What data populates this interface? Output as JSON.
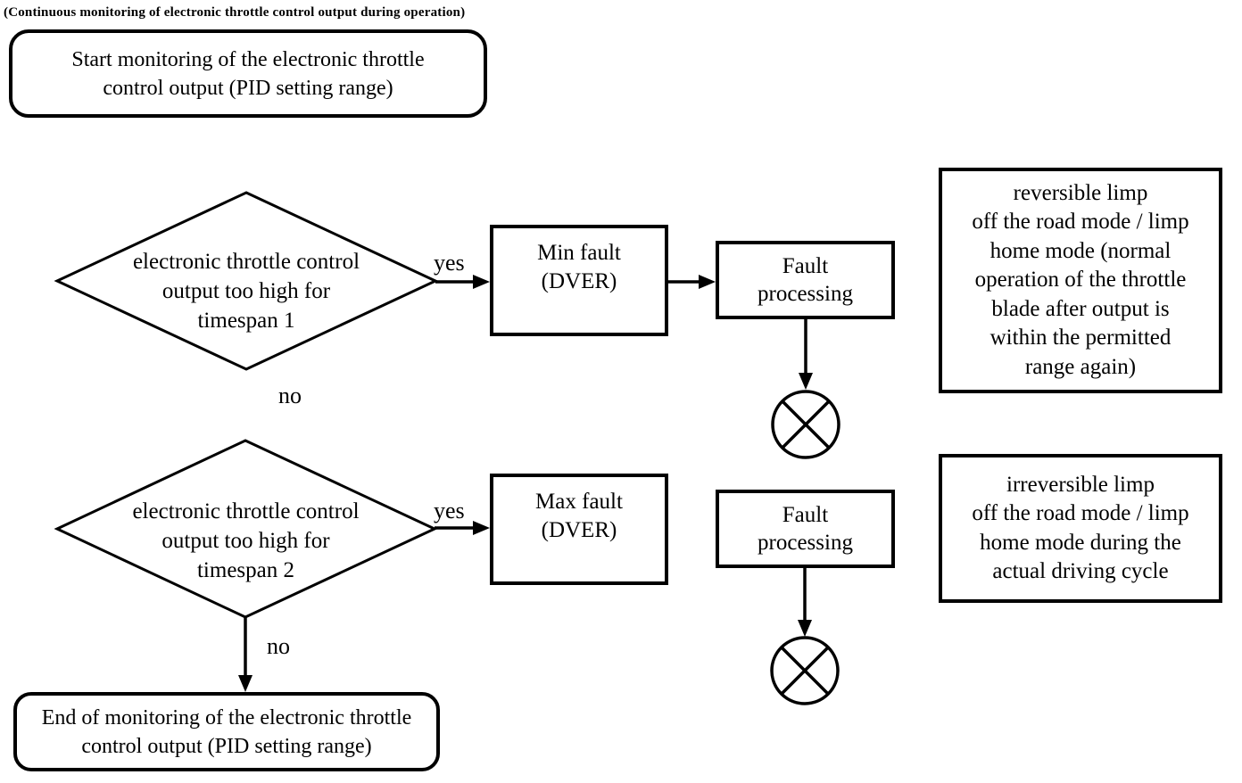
{
  "diagram": {
    "caption": "(Continuous monitoring of electronic throttle control output during operation)",
    "start_node": "Start monitoring of the electronic throttle\ncontrol output (PID setting range)",
    "decision_1": "electronic throttle control\noutput too high for\ntimespan 1",
    "decision_2": "electronic throttle control\noutput too high for\ntimespan 2",
    "branch_yes_1": "yes",
    "branch_no_1": "no",
    "branch_yes_2": "yes",
    "branch_no_2": "no",
    "min_fault": "Min fault\n(DVER)",
    "max_fault": "Max fault\n(DVER)",
    "fault_processing_1": "Fault\nprocessing",
    "fault_processing_2": "Fault\nprocessing",
    "note_reversible": "reversible limp\noff the road mode / limp\nhome mode (normal\noperation of the throttle\nblade after output is\nwithin the permitted\nrange again)",
    "note_irreversible": "irreversible limp\noff the road mode / limp\nhome mode during the\nactual driving cycle",
    "end_node": "End of monitoring of the electronic throttle\ncontrol output (PID setting range)",
    "colors": {
      "ink": "#000000",
      "background": "#ffffff"
    }
  }
}
